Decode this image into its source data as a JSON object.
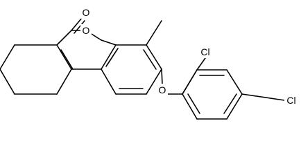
{
  "figure": {
    "type": "chemical-structure",
    "atom_labels": {
      "carbonyl_oxygen": "O",
      "ring_oxygen": "O",
      "ether_oxygen": "O",
      "chlorine_ortho": "Cl",
      "chlorine_para": "Cl"
    },
    "colors": {
      "bond": "#000000",
      "label": "#000000",
      "background": "#ffffff"
    }
  }
}
